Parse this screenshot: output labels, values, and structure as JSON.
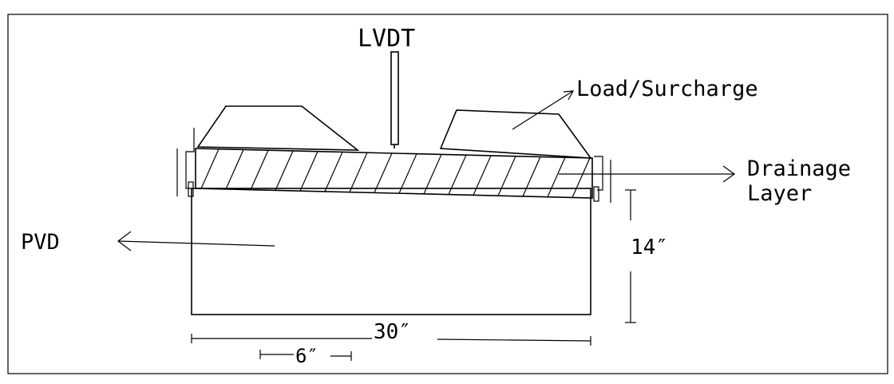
{
  "labels": {
    "lvdt": "LVDT",
    "load_surcharge": "Load/Surcharge",
    "drainage_line1": "Drainage",
    "drainage_line2": "Layer",
    "pvd": "PVD",
    "height_dim": "14″",
    "width_dim": "30″",
    "spacing_dim": "6″"
  }
}
